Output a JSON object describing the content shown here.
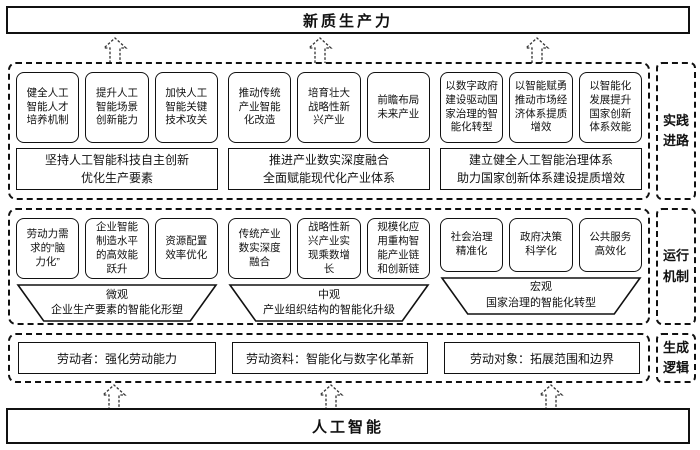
{
  "top_box": {
    "label": "新质生产力"
  },
  "bottom_box": {
    "label": "人工智能"
  },
  "side_labels": {
    "practice": "实践\n进路",
    "mechanism": "运行\n机制",
    "logic": "生成\n逻辑"
  },
  "practice": {
    "groups": [
      {
        "items": [
          "健全人工\n智能人才\n培养机制",
          "提升人工\n智能场景\n创新能力",
          "加快人工\n智能关键\n技术攻关"
        ],
        "summary": "坚持人工智能科技自主创新\n优化生产要素"
      },
      {
        "items": [
          "推动传统\n产业智能\n化改造",
          "培育壮大\n战略性新\n兴产业",
          "前瞻布局\n未来产业"
        ],
        "summary": "推进产业数实深度融合\n全面赋能现代化产业体系"
      },
      {
        "items": [
          "以数字政府\n建设驱动国\n家治理的智\n能化转型",
          "以智能赋勇\n推动市场经\n济体系提质\n增效",
          "以智能化\n发展提升\n国家创新\n体系效能"
        ],
        "summary": "建立健全人工智能治理体系\n助力国家创新体系建设提质增效"
      }
    ]
  },
  "mechanism": {
    "groups": [
      {
        "items": [
          "劳动力需\n求的“脑\n力化”",
          "企业智能\n制造水平\n的高效能\n跃升",
          "资源配置\n效率优化"
        ],
        "scope": "微观",
        "summary": "企业生产要素的智能化形塑"
      },
      {
        "items": [
          "传统产业\n数实深度\n融合",
          "战略性新\n兴产业实\n现乘数增\n长",
          "规模化应\n用重构智\n能产业链\n和创新链"
        ],
        "scope": "中观",
        "summary": "产业组织结构的智能化升级"
      },
      {
        "items": [
          "社会治理\n精准化",
          "政府决策\n科学化",
          "公共服务\n高效化"
        ],
        "scope": "宏观",
        "summary": "国家治理的智能化转型"
      }
    ]
  },
  "logic": {
    "items": [
      "劳动者：强化劳动能力",
      "劳动资料：智能化与数字化革新",
      "劳动对象：拓展范围和边界"
    ]
  }
}
